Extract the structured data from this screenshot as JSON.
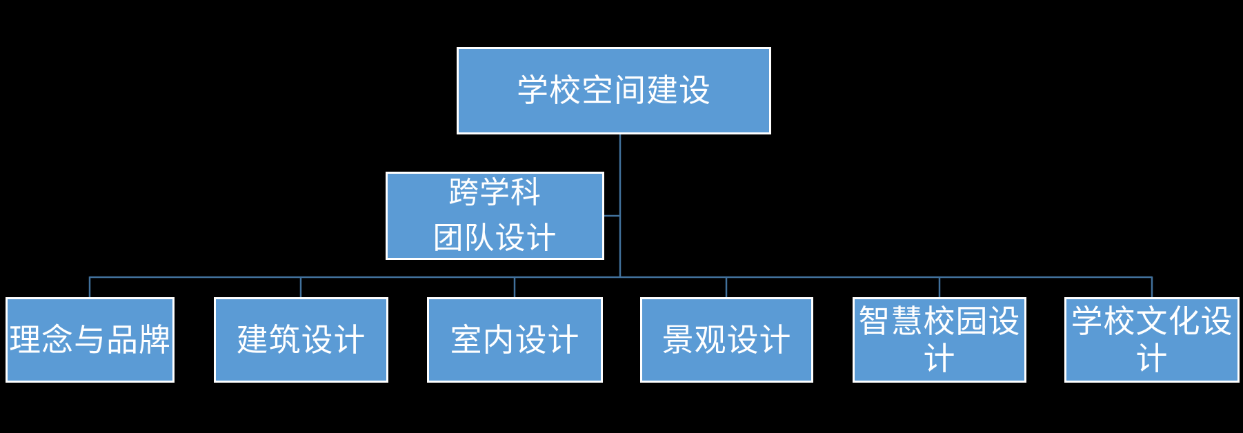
{
  "colors": {
    "canvas_bg": "#000000",
    "node_fill": "#5B9BD5",
    "node_border": "#FFFFFF",
    "node_text": "#FFFFFF",
    "connector": "#41719C"
  },
  "diagram": {
    "type": "org-chart",
    "root": {
      "label": "学校空间建设"
    },
    "assistant": {
      "lines": [
        "跨学科",
        "团队设计"
      ]
    },
    "children": [
      {
        "lines": [
          "理念与品牌"
        ]
      },
      {
        "lines": [
          "建筑设计"
        ]
      },
      {
        "lines": [
          "室内设计"
        ]
      },
      {
        "lines": [
          "景观设计"
        ]
      },
      {
        "lines": [
          "智慧校园设",
          "计"
        ]
      },
      {
        "lines": [
          "学校文化设",
          "计"
        ]
      }
    ]
  }
}
